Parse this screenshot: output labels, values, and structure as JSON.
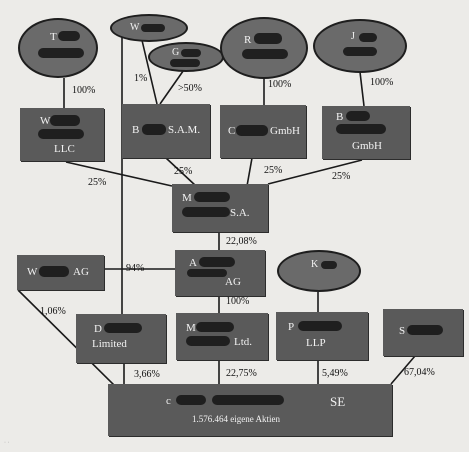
{
  "entities": {
    "t_owner": {
      "initial": "T"
    },
    "w_owner": {
      "initial": "W"
    },
    "g_owner": {
      "initial": "G"
    },
    "r_owner": {
      "initial": "R"
    },
    "j_owner": {
      "initial": "J"
    },
    "w_llc": {
      "initial": "W",
      "suffix": "LLC"
    },
    "b_sam": {
      "initial": "B",
      "suffix": "S.A.M."
    },
    "c_gmbh": {
      "initial": "C",
      "suffix": "GmbH"
    },
    "b_gmbh": {
      "initial": "B",
      "suffix": "GmbH"
    },
    "m_sa": {
      "initial": "M",
      "suffix": "S.A."
    },
    "w_ag": {
      "initial": "W",
      "suffix": "AG"
    },
    "a_ag": {
      "initial": "A",
      "suffix": "AG"
    },
    "k_owner": {
      "initial": "K"
    },
    "d_limited": {
      "initial": "D",
      "suffix": "Limited"
    },
    "m_ltd": {
      "initial": "M",
      "suffix": "Ltd."
    },
    "p_llp": {
      "initial": "P",
      "suffix": "LLP"
    },
    "s_entity": {
      "initial": "S"
    },
    "c_se": {
      "initial": "c",
      "suffix": "SE",
      "note": "1.576.464 eigene Aktien"
    }
  },
  "stakes": {
    "t_to_wllc": "100%",
    "w_to_bsam": "1%",
    "g_to_bsam": ">50%",
    "r_to_cgmbh": "100%",
    "j_to_bgmbh": "100%",
    "wllc_to_msa": "25%",
    "bsam_to_msa": "25%",
    "cgmbh_to_msa": "25%",
    "bgmbh_to_msa": "25%",
    "msa_to_aag": "22,08%",
    "wag_to_aag": "94%",
    "aag_to_mltd": "100%",
    "wag_to_cse": "1,06%",
    "dltd_to_cse": "3,66%",
    "mltd_to_cse": "22,75%",
    "pllp_to_cse": "5,49%",
    "s_to_cse": "67,04%"
  }
}
